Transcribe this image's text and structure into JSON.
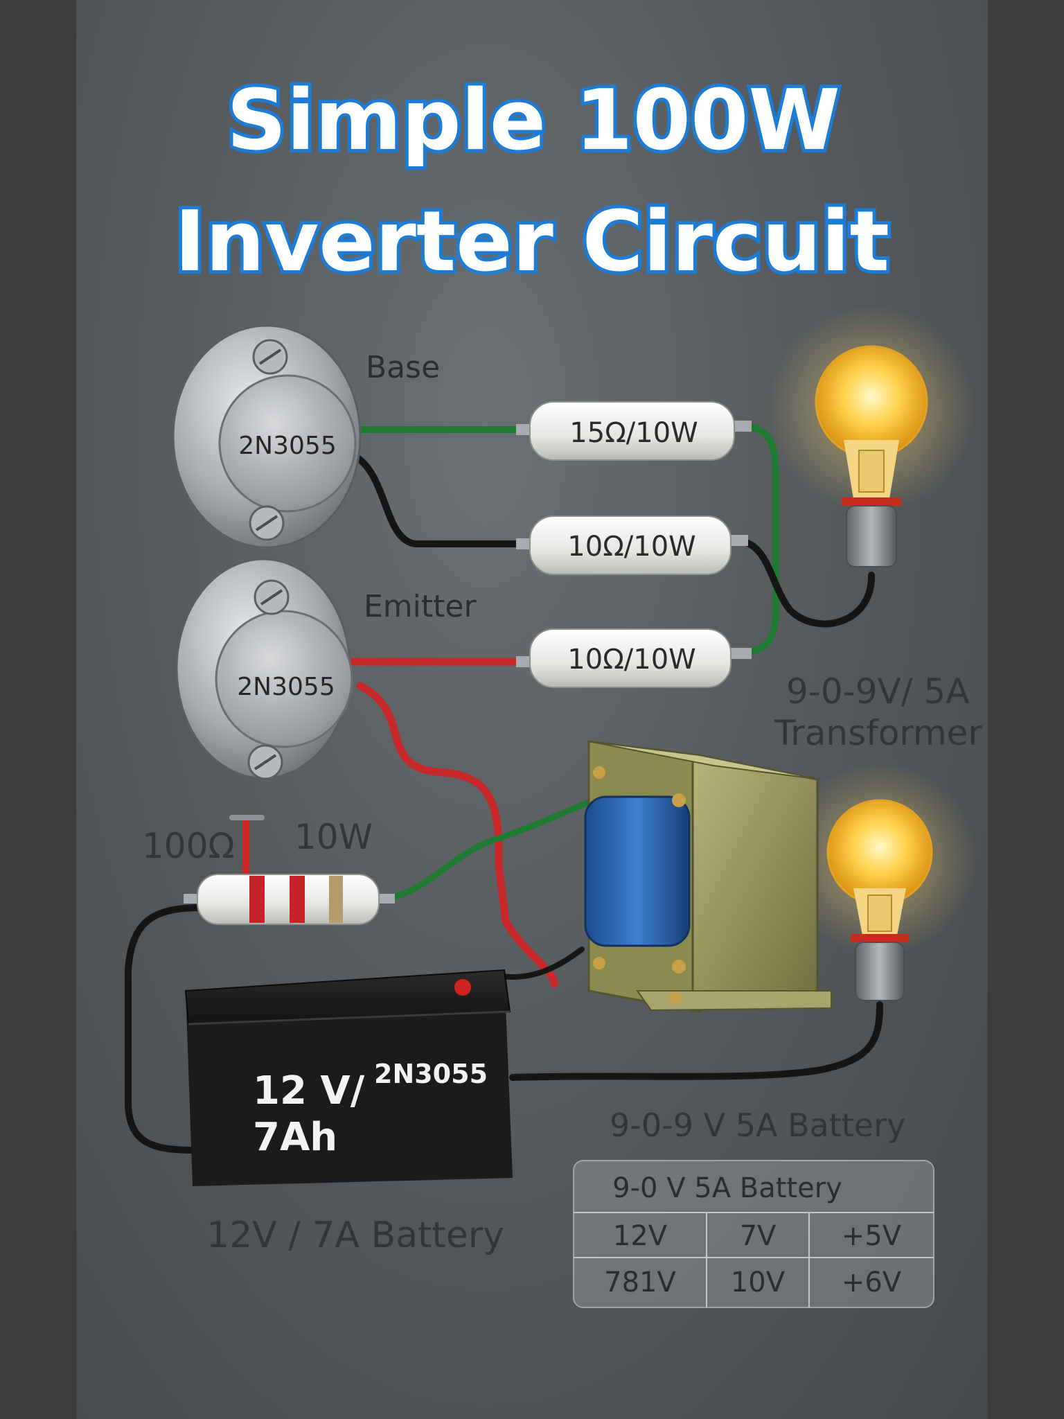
{
  "title": {
    "line1": "Simple 100W",
    "line2": "Inverter Circuit"
  },
  "transistors": [
    {
      "part": "2N3055",
      "label": "Base"
    },
    {
      "part": "2N3055",
      "label": "Emitter"
    }
  ],
  "resistors": {
    "r1": "15Ω/10W",
    "r2": "10Ω/10W",
    "r3": "10Ω/10W",
    "feed_value": "100Ω",
    "feed_power": "10W"
  },
  "transformer": {
    "line1": "9-0-9V/ 5A",
    "line2": "Transformer"
  },
  "battery": {
    "line1": "12 V/",
    "line2": "7Ah",
    "part": "2N3055",
    "caption": "12V / 7A Battery"
  },
  "lower_caption": "9-0-9 V 5A Battery",
  "table": {
    "header": "9-0 V 5A Battery",
    "rows": [
      [
        "12V",
        "7V",
        "+5V"
      ],
      [
        "781V",
        "10V",
        "+6V"
      ]
    ]
  },
  "colors": {
    "title_fill": "#ffffff",
    "title_glow": "#1c7cd6",
    "wire_green": "#1f7a34",
    "wire_red": "#c8282a",
    "wire_black": "#151515"
  }
}
